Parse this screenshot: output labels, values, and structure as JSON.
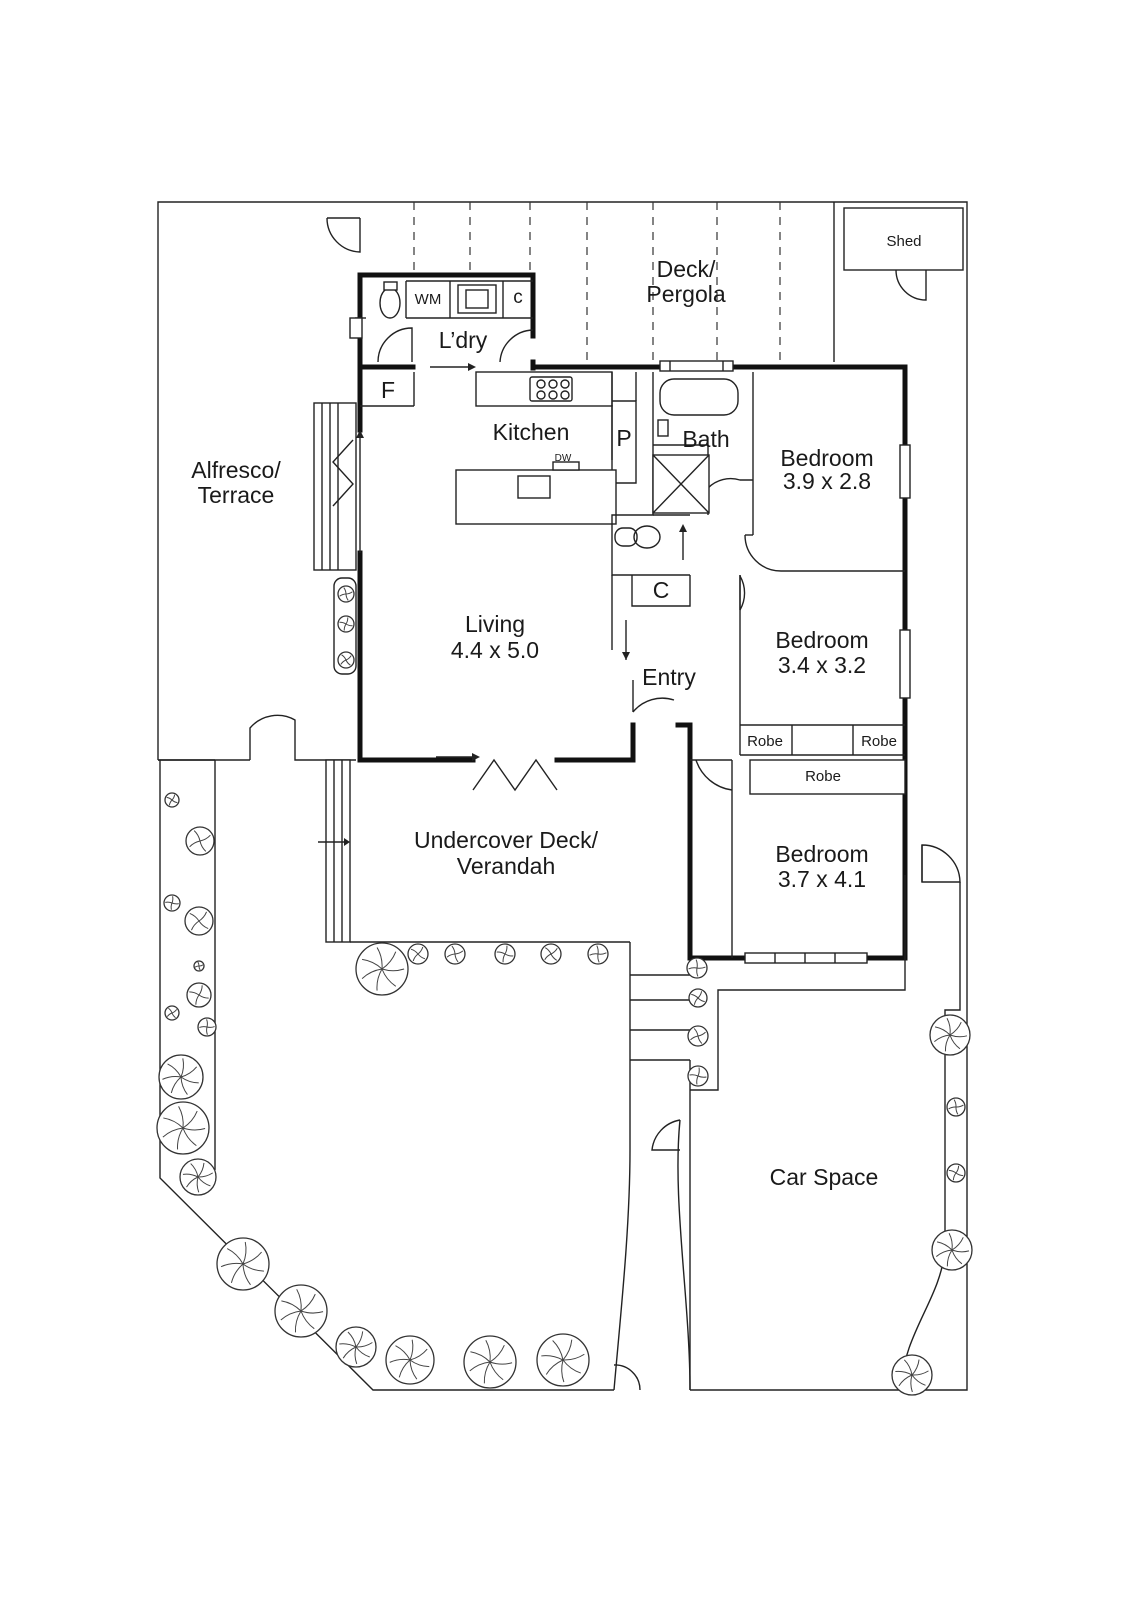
{
  "rooms": {
    "shed": "Shed",
    "deck_pergola_1": "Deck/",
    "deck_pergola_2": "Pergola",
    "wm": "WM",
    "c_laundry": "c",
    "laundry": "L’dry",
    "f": "F",
    "kitchen": "Kitchen",
    "dw": "DW",
    "p": "P",
    "bath": "Bath",
    "alfresco_1": "Alfresco/",
    "alfresco_2": "Terrace",
    "bedroom1_name": "Bedroom",
    "bedroom1_size": "3.9 x 2.8",
    "c_hall": "C",
    "living_name": "Living",
    "living_size": "4.4 x 5.0",
    "bedroom2_name": "Bedroom",
    "bedroom2_size": "3.4 x 3.2",
    "entry": "Entry",
    "robe_left": "Robe",
    "robe_right": "Robe",
    "robe_mid": "Robe",
    "verandah_1": "Undercover Deck/",
    "verandah_2": "Verandah",
    "bedroom3_name": "Bedroom",
    "bedroom3_size": "3.7 x 4.1",
    "car_space": "Car Space"
  }
}
